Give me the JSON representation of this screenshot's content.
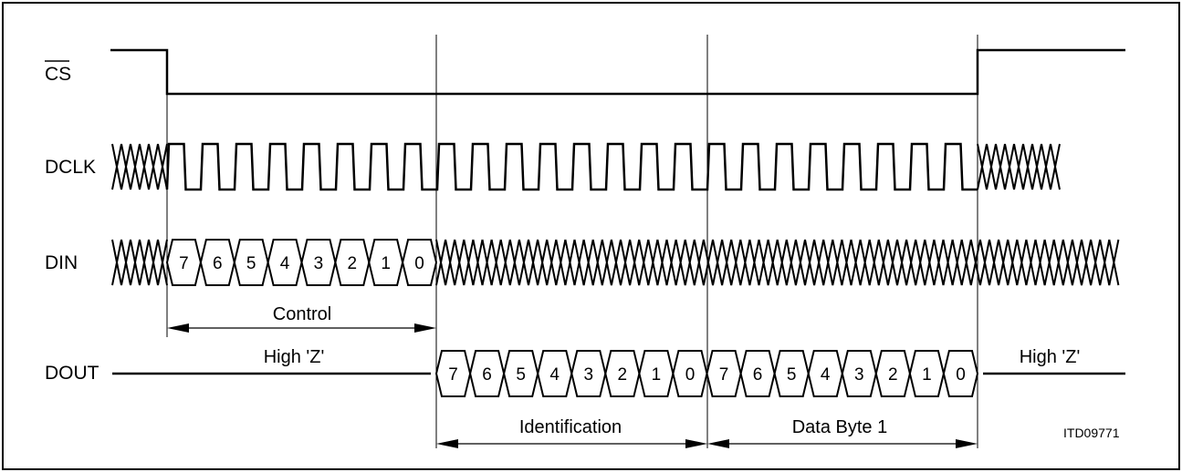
{
  "signals": {
    "cs": "CS",
    "dclk": "DCLK",
    "din": "DIN",
    "dout": "DOUT"
  },
  "din_bits": [
    "7",
    "6",
    "5",
    "4",
    "3",
    "2",
    "1",
    "0"
  ],
  "dout_bits": [
    "7",
    "6",
    "5",
    "4",
    "3",
    "2",
    "1",
    "0",
    "7",
    "6",
    "5",
    "4",
    "3",
    "2",
    "1",
    "0"
  ],
  "labels": {
    "control": "Control",
    "high_z_left": "High 'Z'",
    "high_z_right": "High 'Z'",
    "identification": "Identification",
    "data_byte": "Data Byte 1"
  },
  "figure_code": "ITD09771"
}
